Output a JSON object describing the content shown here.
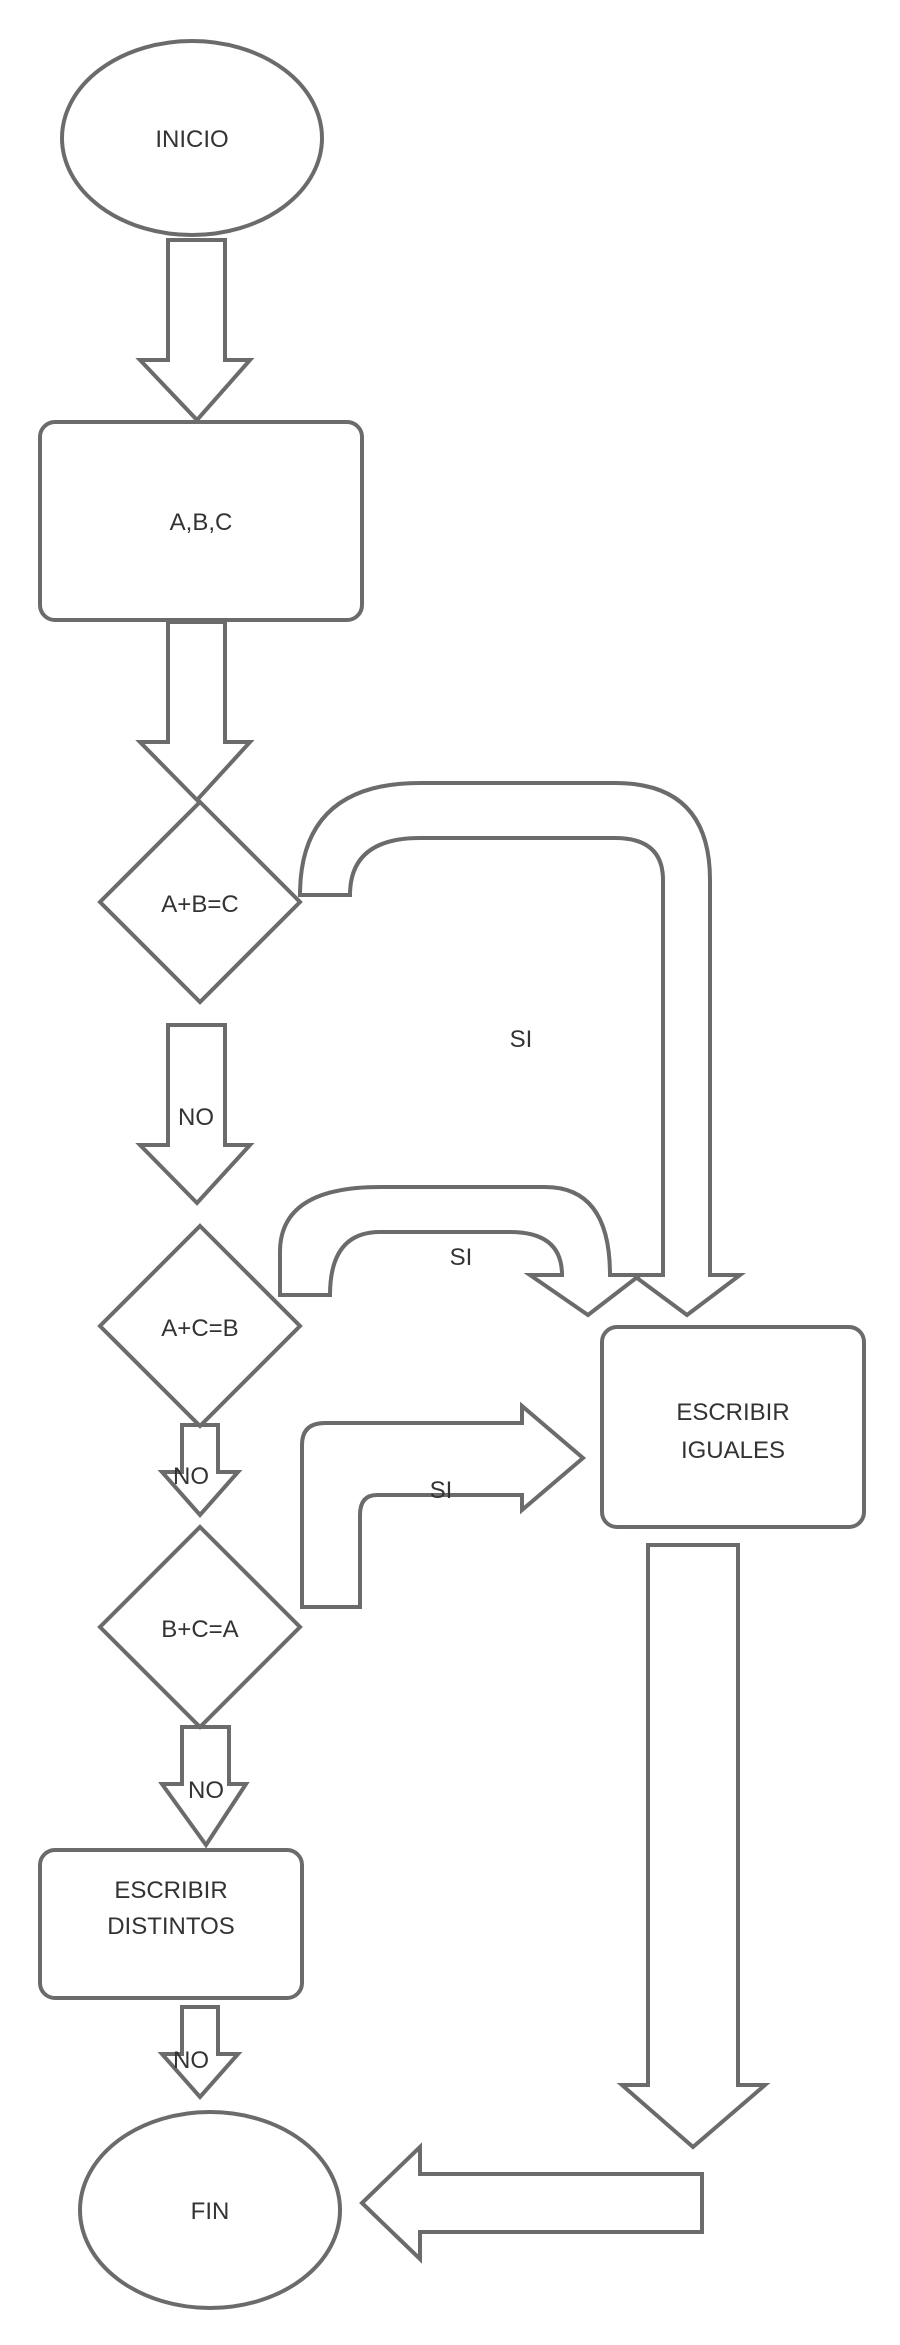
{
  "diagram": {
    "nodes": {
      "inicio": "INICIO",
      "input": "A,B,C",
      "cond1": "A+B=C",
      "cond2": "A+C=B",
      "cond3": "B+C=A",
      "iguales": [
        "ESCRIBIR",
        "IGUALES"
      ],
      "distintos": [
        "ESCRIBIR",
        "DISTINTOS"
      ],
      "fin": "FIN"
    },
    "edges": {
      "cond1_no": "NO",
      "cond1_si": "SI",
      "cond2_no": "NO",
      "cond2_si": "SI",
      "cond3_no": "NO",
      "cond3_si": "SI",
      "distintos_no": "NO"
    },
    "colors": {
      "stroke": "#6b6b6b",
      "fill": "#ffffff",
      "text": "#333333"
    }
  }
}
